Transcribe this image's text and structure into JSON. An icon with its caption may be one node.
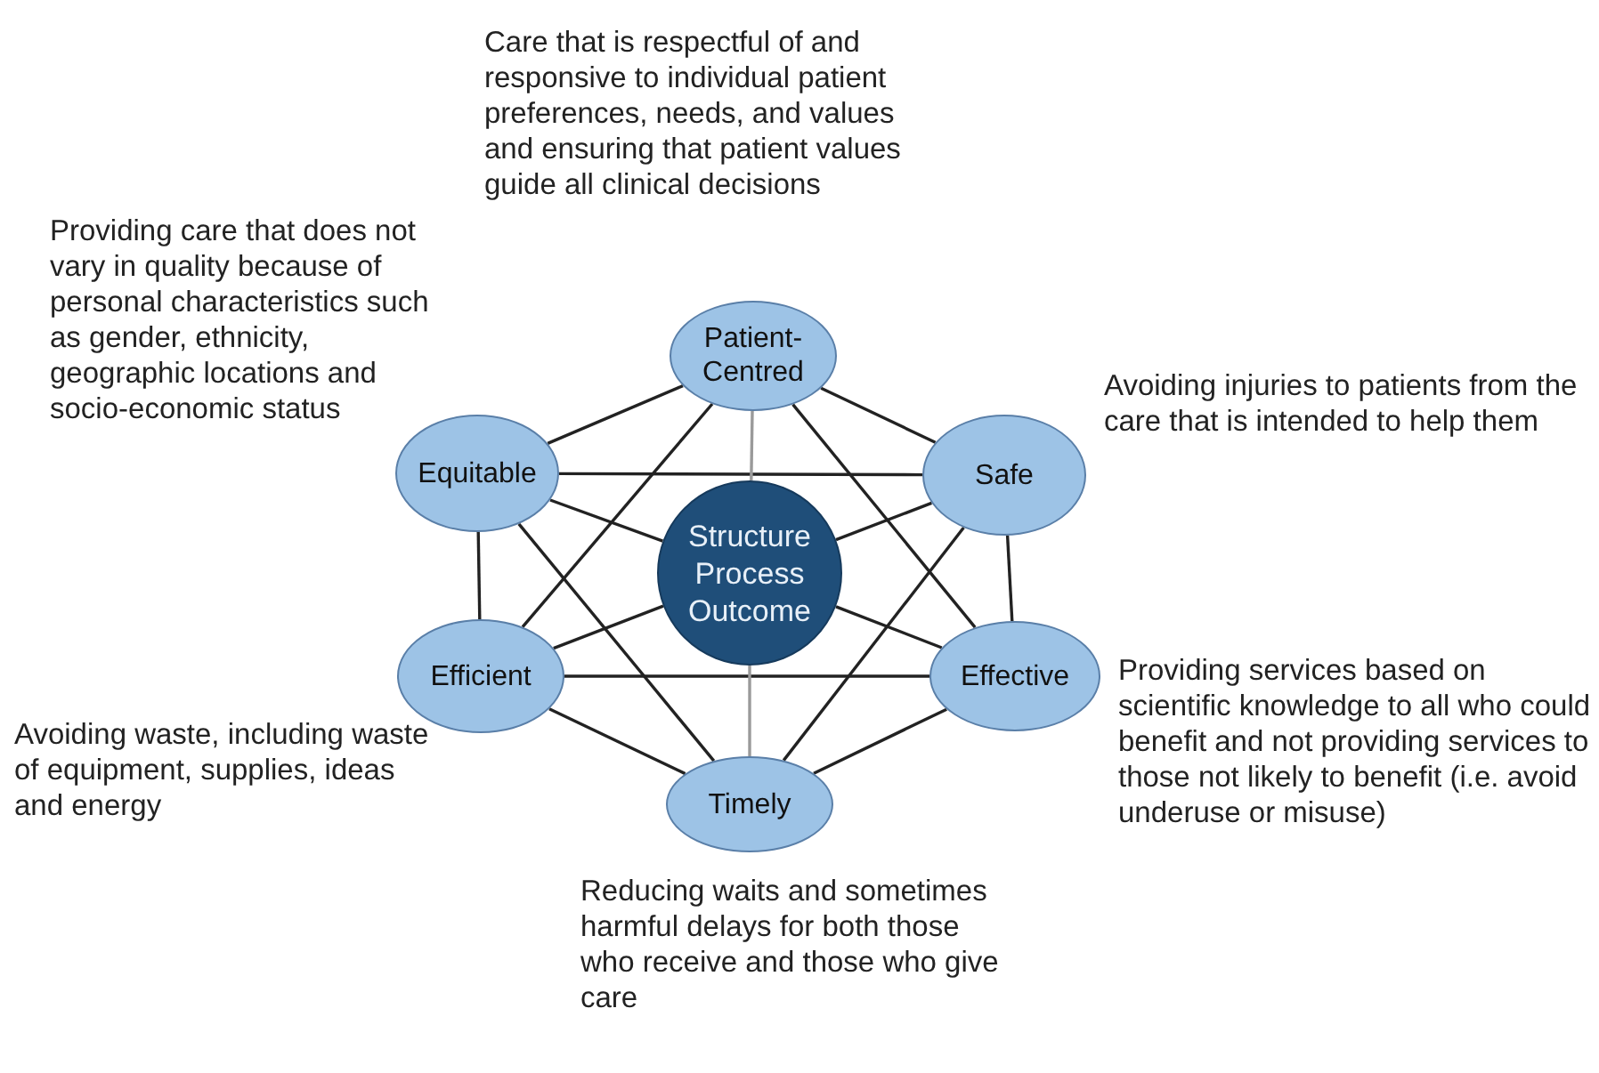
{
  "diagram": {
    "nodes": [
      {
        "text": [
          "Patient-Centred"
        ],
        "beside": [
          "Care that is respectful of and responsive to individual patient preferences, needs, and values and ensuring that patient values guide all clinical decisions"
        ]
      },
      {
        "text": [
          "Equitable"
        ],
        "beside": [
          "Providing care that does not vary in quality because of personal characteristics such as gender, ethnicity, geographic locations and socio-economic status"
        ]
      },
      {
        "text": [
          "Safe"
        ],
        "beside": [
          "Avoiding injuries to patients from the care that is intended to help them"
        ]
      },
      {
        "text": [
          "Structure Process Outcome"
        ]
      },
      {
        "text": [
          "Efficient"
        ],
        "beside": [
          "Avoiding waste, including waste of equipment, supplies, ideas and energy"
        ]
      },
      {
        "text": [
          "Effective"
        ],
        "beside": [
          "Providing services based on scientific knowledge to all who could benefit and not providing services to those not likely to benefit (i.e. avoid underuse or misuse)"
        ]
      },
      {
        "text": [
          "Timely"
        ],
        "beside": [
          "Reducing waits and sometimes harmful delays for both those who receive and those who give care"
        ]
      }
    ],
    "edges": [
      {
        "from": 0,
        "to": 2,
        "arrow": "none"
      },
      {
        "from": 2,
        "to": 5,
        "arrow": "none"
      },
      {
        "from": 5,
        "to": 6,
        "arrow": "none"
      },
      {
        "from": 6,
        "to": 4,
        "arrow": "none"
      },
      {
        "from": 4,
        "to": 1,
        "arrow": "none"
      },
      {
        "from": 1,
        "to": 0,
        "arrow": "none"
      },
      {
        "from": 0,
        "to": 4,
        "arrow": "none"
      },
      {
        "from": 0,
        "to": 5,
        "arrow": "none"
      },
      {
        "from": 1,
        "to": 2,
        "arrow": "none"
      },
      {
        "from": 1,
        "to": 6,
        "arrow": "none"
      },
      {
        "from": 2,
        "to": 6,
        "arrow": "none"
      },
      {
        "from": 4,
        "to": 5,
        "arrow": "none"
      },
      {
        "from": 3,
        "to": 0,
        "arrow": "none",
        "color": "#9a9a9a"
      },
      {
        "from": 3,
        "to": 1,
        "arrow": "none"
      },
      {
        "from": 3,
        "to": 2,
        "arrow": "none"
      },
      {
        "from": 3,
        "to": 4,
        "arrow": "none"
      },
      {
        "from": 3,
        "to": 5,
        "arrow": "none"
      },
      {
        "from": 3,
        "to": 6,
        "arrow": "none",
        "color": "#9a9a9a"
      }
    ]
  }
}
